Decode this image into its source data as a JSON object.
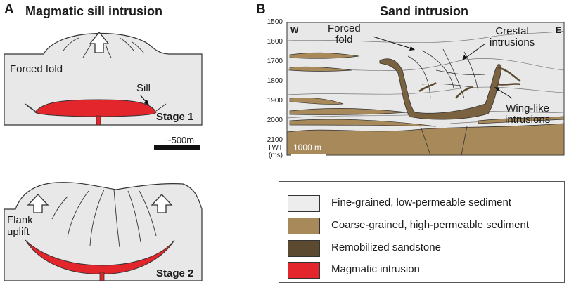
{
  "panel_a": {
    "letter": "A",
    "title": "Magmatic sill intrusion",
    "forced_fold_label": "Forced fold",
    "sill_label": "Sill",
    "stage1": "Stage 1",
    "scale_label": "~500m",
    "flank_uplift_label": "Flank\nuplift",
    "stage2": "Stage 2"
  },
  "panel_b": {
    "letter": "B",
    "title": "Sand intrusion",
    "west": "W",
    "east": "E",
    "forced_fold_label": "Forced\nfold",
    "crestal_label": "Crestal\nintrusions",
    "wing_label": "Wing-like\nintrusions",
    "scale_label": "1000 m",
    "axis_unit": "TWT\n(ms)",
    "axis_ticks": [
      "1500",
      "1600",
      "1700",
      "1800",
      "1900",
      "2000",
      "2100"
    ]
  },
  "legend": {
    "items": [
      {
        "label": "Fine-grained, low-permeable sediment",
        "color": "#ededed"
      },
      {
        "label": "Coarse-grained, high-permeable sediment",
        "color": "#a8895a"
      },
      {
        "label": "Remobilized sandstone",
        "color": "#5c4a30"
      },
      {
        "label": "Magmatic intrusion",
        "color": "#e3262b"
      }
    ]
  },
  "colors": {
    "fine_sediment": "#e8e8e8",
    "coarse_sediment": "#a8895a",
    "remobilized": "#6e5636",
    "magma": "#e3262b"
  }
}
